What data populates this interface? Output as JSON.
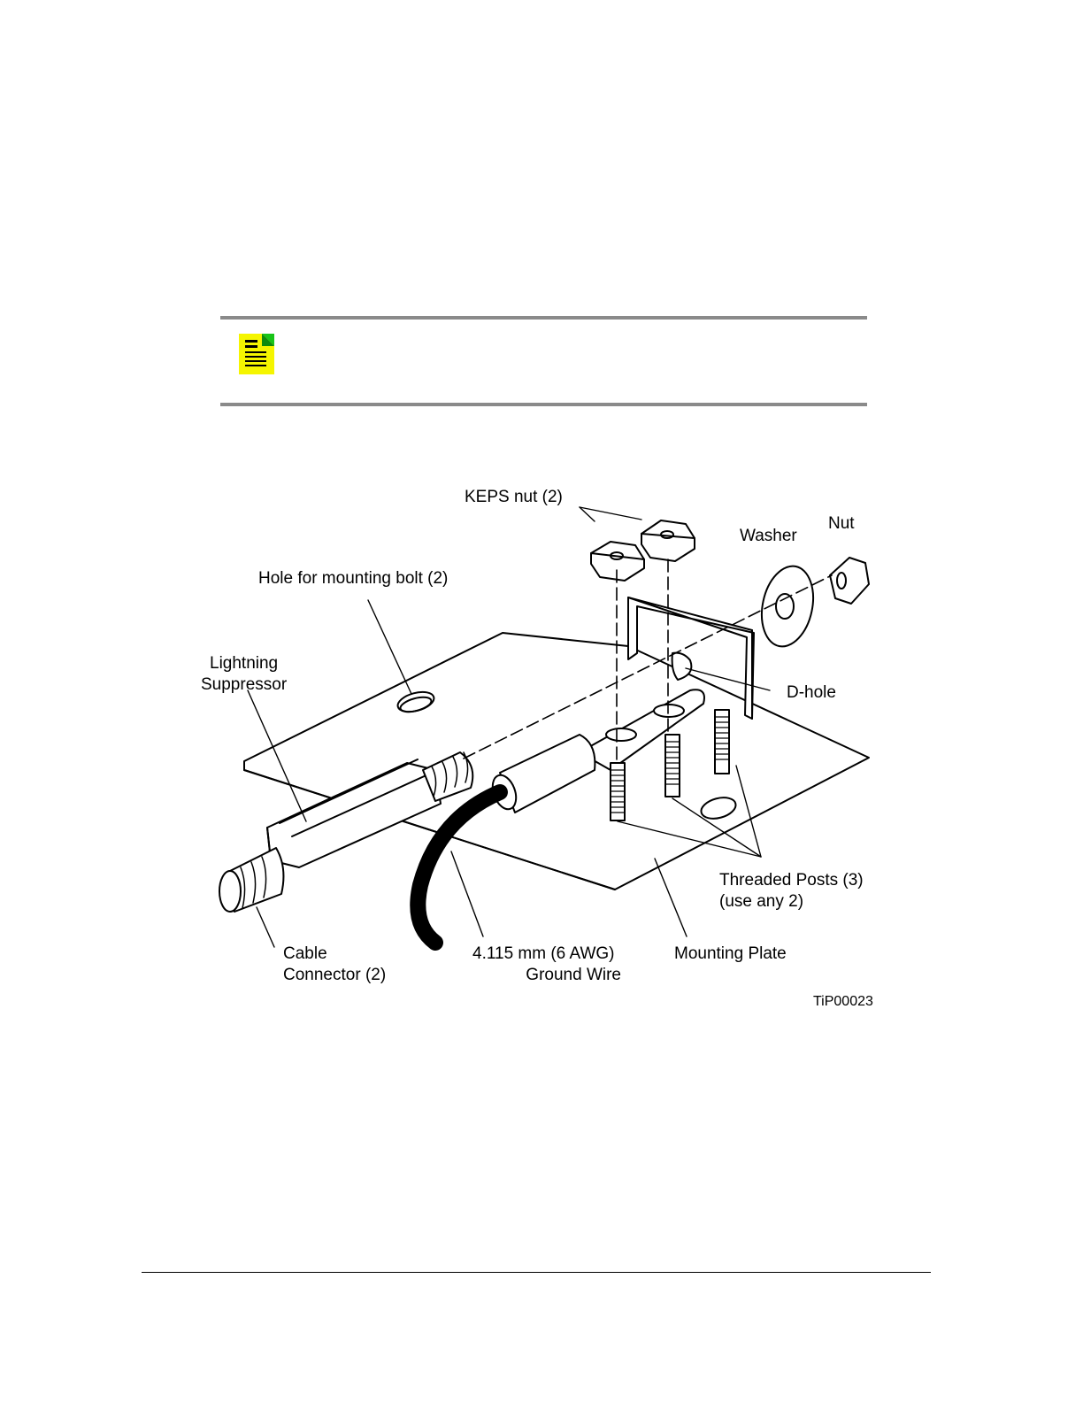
{
  "note": {
    "icon": "note-icon",
    "colors": {
      "icon_fill": "#f5f500",
      "icon_corner": "#18c418",
      "rule": "#8a8a8a"
    }
  },
  "figure": {
    "labels": {
      "keps_nut": "KEPS nut (2)",
      "washer": "Washer",
      "nut": "Nut",
      "hole_mounting_bolt": "Hole for mounting bolt (2)",
      "lightning_line1": "Lightning",
      "lightning_line2": "Suppressor",
      "d_hole": "D-hole",
      "threaded_line1": "Threaded Posts (3)",
      "threaded_line2": "(use any 2)",
      "cable_line1": "Cable",
      "cable_line2": "Connector (2)",
      "ground_line1": "4.115 mm (6 AWG)",
      "ground_line2": "Ground Wire",
      "mounting_plate": "Mounting Plate",
      "figure_id": "TiP00023"
    }
  }
}
